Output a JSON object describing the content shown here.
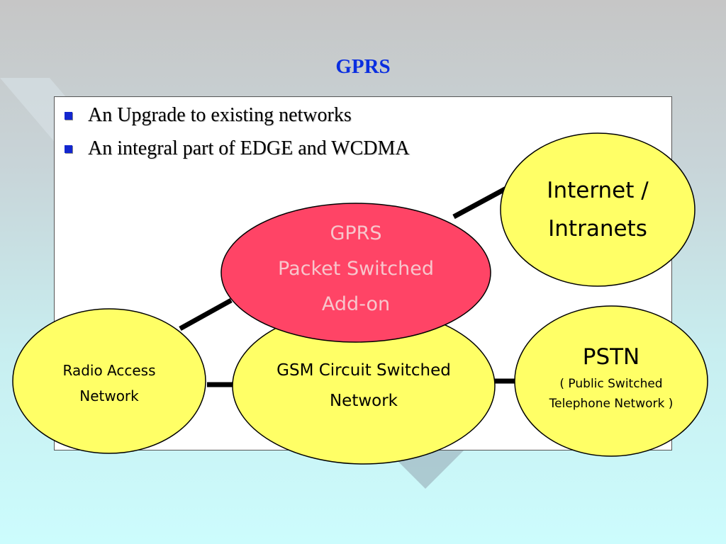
{
  "slide": {
    "title": "GPRS",
    "bullets": [
      "An Upgrade to existing networks",
      "An integral part of EDGE and WCDMA"
    ]
  },
  "diagram": {
    "nodes": {
      "gprs": {
        "line1": "GPRS",
        "line2": "Packet Switched",
        "line3": "Add-on",
        "fill": "#ff4466",
        "text_color": "#f7c6cc"
      },
      "internet": {
        "line1": "Internet /",
        "line2": "Intranets",
        "fill": "#ffff66"
      },
      "radio_access": {
        "line1": "Radio Access",
        "line2": "Network",
        "fill": "#ffff66"
      },
      "gsm": {
        "line1": "GSM Circuit Switched",
        "line2": "Network",
        "fill": "#ffff66"
      },
      "pstn": {
        "line1": "PSTN",
        "line2": "( Public Switched",
        "line3": "Telephone Network )",
        "fill": "#ffff66"
      }
    }
  },
  "colors": {
    "title": "#0a2ee0",
    "bullet_marker": "#1226cf",
    "connector": "#000000"
  }
}
